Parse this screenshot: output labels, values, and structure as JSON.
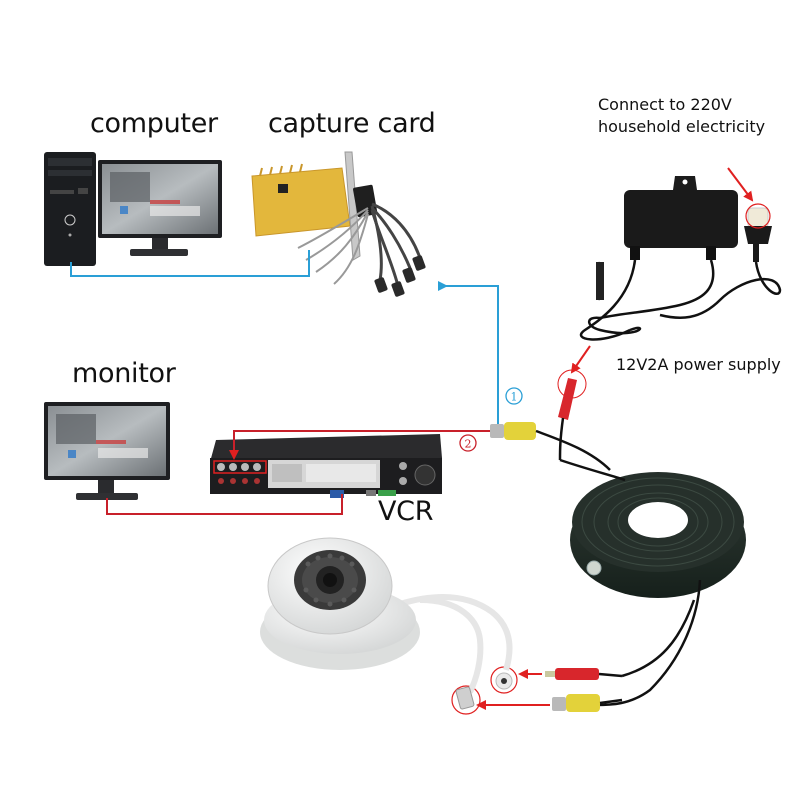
{
  "diagram": {
    "title": "CCTV camera connection diagram",
    "labels": {
      "computer": "computer",
      "capture_card": "capture card",
      "monitor": "monitor",
      "vcr": "VCR",
      "power_note_line1": "Connect to 220V",
      "power_note_line2": "household electricity",
      "power_supply": "12V2A power supply"
    },
    "markers": {
      "route_1": "1",
      "route_2": "2"
    },
    "nodes": [
      {
        "id": "computer",
        "label": "computer",
        "parts": [
          "tower-pc",
          "lcd-monitor"
        ]
      },
      {
        "id": "capture_card",
        "label": "capture card",
        "parts": [
          "pci-card",
          "bnc-breakout-cables"
        ]
      },
      {
        "id": "monitor",
        "label": "monitor"
      },
      {
        "id": "vcr",
        "label": "VCR",
        "parts": [
          "bnc-video-inputs",
          "video-outputs",
          "vga-port"
        ]
      },
      {
        "id": "power_adapter",
        "label": "12V2A power supply",
        "note": "Connect to 220V household electricity"
      },
      {
        "id": "cable_reel",
        "label": "BNC + DC siamese cable"
      },
      {
        "id": "dome_camera",
        "label": "dome camera"
      }
    ],
    "edges": [
      {
        "from": "computer",
        "to": "capture_card",
        "color": "#2a9fd6"
      },
      {
        "from": "cable_reel",
        "to": "capture_card",
        "marker": "1",
        "color": "#2a9fd6"
      },
      {
        "from": "cable_reel",
        "to": "vcr",
        "marker": "2",
        "color": "#c8202a"
      },
      {
        "from": "vcr",
        "to": "monitor",
        "color": "#c8202a"
      },
      {
        "from": "power_adapter",
        "to": "cable_reel",
        "connector": "DC plug",
        "color": "#e02020"
      },
      {
        "from": "cable_reel",
        "to": "dome_camera",
        "connector": "DC power",
        "color": "#e02020"
      },
      {
        "from": "cable_reel",
        "to": "dome_camera",
        "connector": "BNC video",
        "color": "#e02020"
      }
    ],
    "colors": {
      "blue_line": "#2a9fd6",
      "red_line": "#c8202a",
      "arrow_red": "#e02020",
      "bnc_yellow": "#e3d23a",
      "dc_red": "#d8262c",
      "pcb_yellow": "#e5b83a"
    }
  }
}
